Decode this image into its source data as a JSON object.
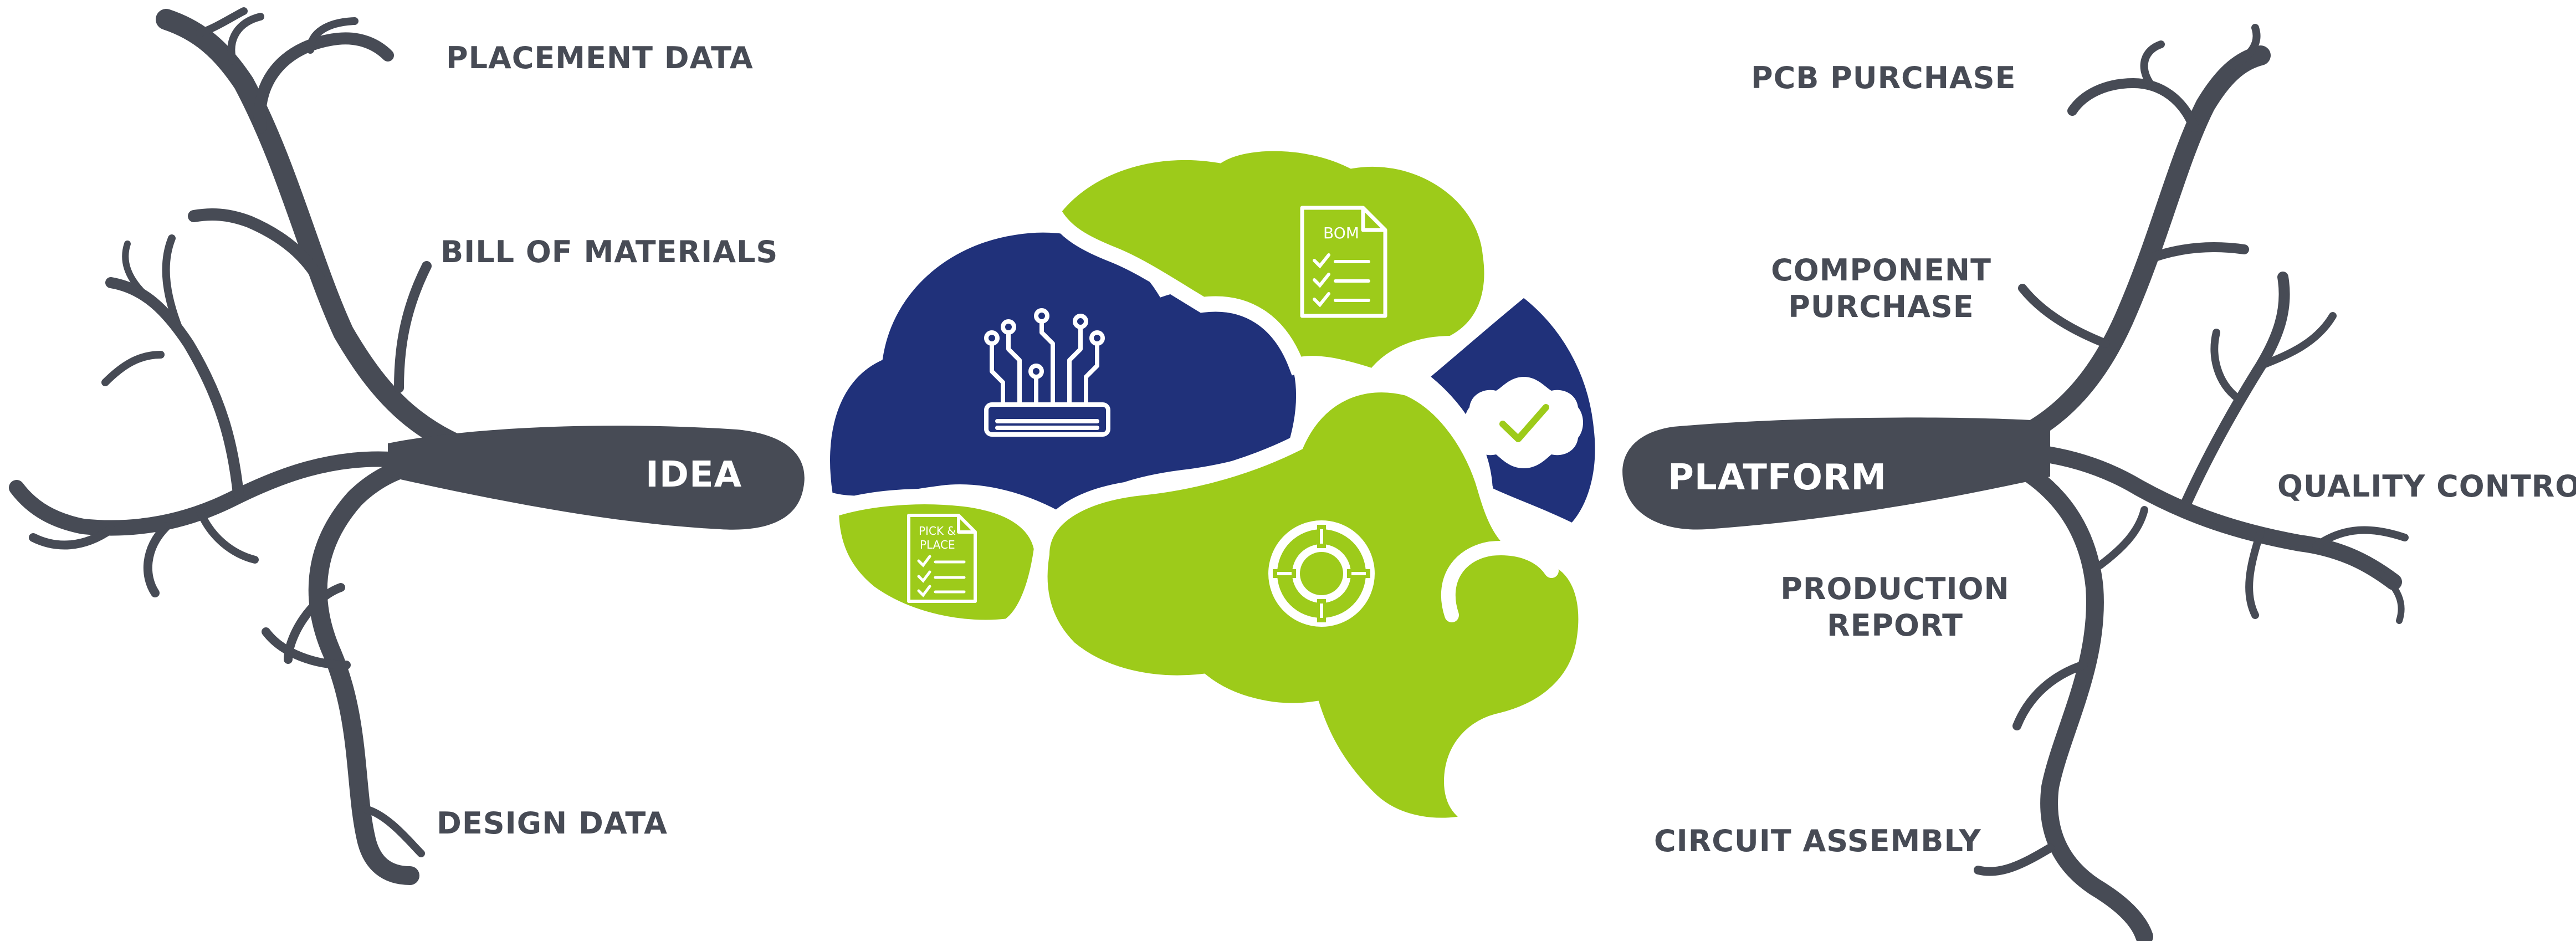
{
  "colors": {
    "branch": "#474b55",
    "navy": "#20317a",
    "green": "#9dcb1a",
    "text": "#474b55",
    "white": "#ffffff"
  },
  "left_tree": {
    "hub": "IDEA",
    "labels": [
      "PLACEMENT DATA",
      "BILL OF MATERIALS",
      "DESIGN DATA"
    ]
  },
  "right_tree": {
    "hub": "PLATFORM",
    "labels": [
      "PCB PURCHASE",
      "COMPONENT PURCHASE",
      "QUALITY CONTROL",
      "PRODUCTION REPORT",
      "CIRCUIT ASSEMBLY"
    ]
  },
  "brain": {
    "icons": [
      "circuit-chip-icon",
      "bom-document-icon",
      "pick-place-document-icon",
      "check-badge-icon",
      "lifebuoy-icon"
    ],
    "bom_label": "BOM",
    "pickplace_label_1": "PICK &",
    "pickplace_label_2": "PLACE"
  }
}
